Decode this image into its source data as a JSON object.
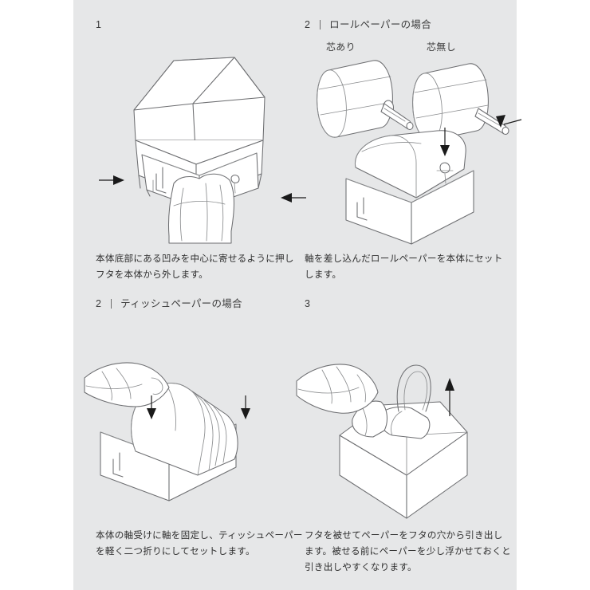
{
  "document": {
    "type": "instruction-manual",
    "language": "ja",
    "panel_color": "#e6e7e8",
    "page_color": "#ffffff",
    "line_color": "#6d6e71",
    "text_color": "#2f2f2f"
  },
  "steps": [
    {
      "number": "1",
      "divider": "",
      "title": "",
      "caption": "本体底部にある凹みを中心に寄せるように押し\nフタを本体から外します。",
      "figure_name": "lid-removal-illustration"
    },
    {
      "number": "2",
      "divider": "|",
      "title": "ロールペーパーの場合",
      "caption": "軸を差し込んだロールペーパーを本体にセット\nします。",
      "figure_name": "roll-paper-illustration",
      "sublabels": [
        {
          "label": "芯あり",
          "name": "sublabel-with-core"
        },
        {
          "label": "芯無し",
          "name": "sublabel-without-core"
        }
      ]
    },
    {
      "number": "2",
      "divider": "|",
      "title": "ティッシュペーパーの場合",
      "caption": "本体の軸受けに軸を固定し、ティッシュペーパー\nを軽く二つ折りにしてセットします。",
      "figure_name": "tissue-paper-illustration"
    },
    {
      "number": "3",
      "divider": "",
      "title": "",
      "caption": "フタを被せてペーパーをフタの穴から引き出し\nます。被せる前にペーパーを少し浮かせておくと\n引き出しやすくなります。",
      "figure_name": "lid-replacement-illustration"
    }
  ]
}
